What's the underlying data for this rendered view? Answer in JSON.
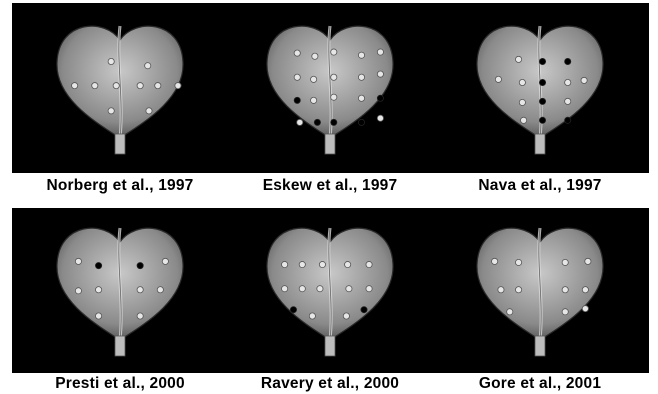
{
  "colors": {
    "background": "#ffffff",
    "panel_bg": "#000000",
    "prostate_light": "#c8c8c8",
    "prostate_dark": "#4a4a4a",
    "core_open": "#e6e6e6",
    "core_filled": "#000000"
  },
  "panels": [
    {
      "caption": "Norberg et al., 1997",
      "cores": [
        [
          0.43,
          0.3,
          0
        ],
        [
          0.72,
          0.34,
          0
        ],
        [
          0.14,
          0.53,
          0
        ],
        [
          0.3,
          0.53,
          0
        ],
        [
          0.47,
          0.53,
          0
        ],
        [
          0.66,
          0.53,
          0
        ],
        [
          0.8,
          0.53,
          0
        ],
        [
          0.96,
          0.53,
          0
        ],
        [
          0.43,
          0.77,
          0
        ],
        [
          0.73,
          0.77,
          0
        ]
      ]
    },
    {
      "caption": "Eskew et al., 1997",
      "cores": [
        [
          0.24,
          0.22,
          0
        ],
        [
          0.38,
          0.25,
          0
        ],
        [
          0.53,
          0.21,
          0
        ],
        [
          0.75,
          0.24,
          0
        ],
        [
          0.9,
          0.21,
          0
        ],
        [
          0.24,
          0.45,
          0
        ],
        [
          0.37,
          0.47,
          0
        ],
        [
          0.53,
          0.45,
          0
        ],
        [
          0.75,
          0.45,
          0
        ],
        [
          0.9,
          0.42,
          0
        ],
        [
          0.24,
          0.67,
          1
        ],
        [
          0.37,
          0.67,
          0
        ],
        [
          0.53,
          0.64,
          0
        ],
        [
          0.75,
          0.65,
          0
        ],
        [
          0.9,
          0.65,
          1
        ],
        [
          0.26,
          0.88,
          0
        ],
        [
          0.4,
          0.88,
          1
        ],
        [
          0.53,
          0.88,
          1
        ],
        [
          0.75,
          0.88,
          1
        ],
        [
          0.9,
          0.84,
          0
        ]
      ]
    },
    {
      "caption": "Nava et al., 1997",
      "cores": [
        [
          0.33,
          0.28,
          0
        ],
        [
          0.52,
          0.3,
          1
        ],
        [
          0.72,
          0.3,
          1
        ],
        [
          0.17,
          0.47,
          0
        ],
        [
          0.36,
          0.5,
          0
        ],
        [
          0.52,
          0.5,
          1
        ],
        [
          0.72,
          0.5,
          0
        ],
        [
          0.85,
          0.48,
          0
        ],
        [
          0.36,
          0.69,
          0
        ],
        [
          0.52,
          0.68,
          1
        ],
        [
          0.72,
          0.68,
          0
        ],
        [
          0.37,
          0.86,
          0
        ],
        [
          0.52,
          0.86,
          1
        ],
        [
          0.72,
          0.86,
          1
        ]
      ]
    },
    {
      "caption": "Presti et al., 2000",
      "cores": [
        [
          0.17,
          0.28,
          0
        ],
        [
          0.33,
          0.32,
          1
        ],
        [
          0.66,
          0.32,
          1
        ],
        [
          0.86,
          0.28,
          0
        ],
        [
          0.17,
          0.56,
          0
        ],
        [
          0.33,
          0.55,
          0
        ],
        [
          0.66,
          0.55,
          0
        ],
        [
          0.82,
          0.55,
          0
        ],
        [
          0.33,
          0.8,
          0
        ],
        [
          0.66,
          0.8,
          0
        ]
      ]
    },
    {
      "caption": "Ravery et al., 2000",
      "cores": [
        [
          0.14,
          0.31,
          0
        ],
        [
          0.28,
          0.31,
          0
        ],
        [
          0.44,
          0.31,
          0
        ],
        [
          0.64,
          0.31,
          0
        ],
        [
          0.81,
          0.31,
          0
        ],
        [
          0.14,
          0.54,
          0
        ],
        [
          0.28,
          0.54,
          0
        ],
        [
          0.42,
          0.54,
          0
        ],
        [
          0.65,
          0.54,
          0
        ],
        [
          0.81,
          0.54,
          0
        ],
        [
          0.21,
          0.74,
          1
        ],
        [
          0.36,
          0.8,
          0
        ],
        [
          0.63,
          0.8,
          0
        ],
        [
          0.77,
          0.74,
          1
        ]
      ]
    },
    {
      "caption": "Gore et al., 2001",
      "cores": [
        [
          0.14,
          0.28,
          0
        ],
        [
          0.33,
          0.29,
          0
        ],
        [
          0.7,
          0.29,
          0
        ],
        [
          0.88,
          0.28,
          0
        ],
        [
          0.19,
          0.55,
          0
        ],
        [
          0.33,
          0.55,
          0
        ],
        [
          0.7,
          0.55,
          0
        ],
        [
          0.86,
          0.55,
          0
        ],
        [
          0.26,
          0.76,
          0
        ],
        [
          0.7,
          0.76,
          0
        ],
        [
          0.86,
          0.73,
          0
        ]
      ]
    }
  ]
}
